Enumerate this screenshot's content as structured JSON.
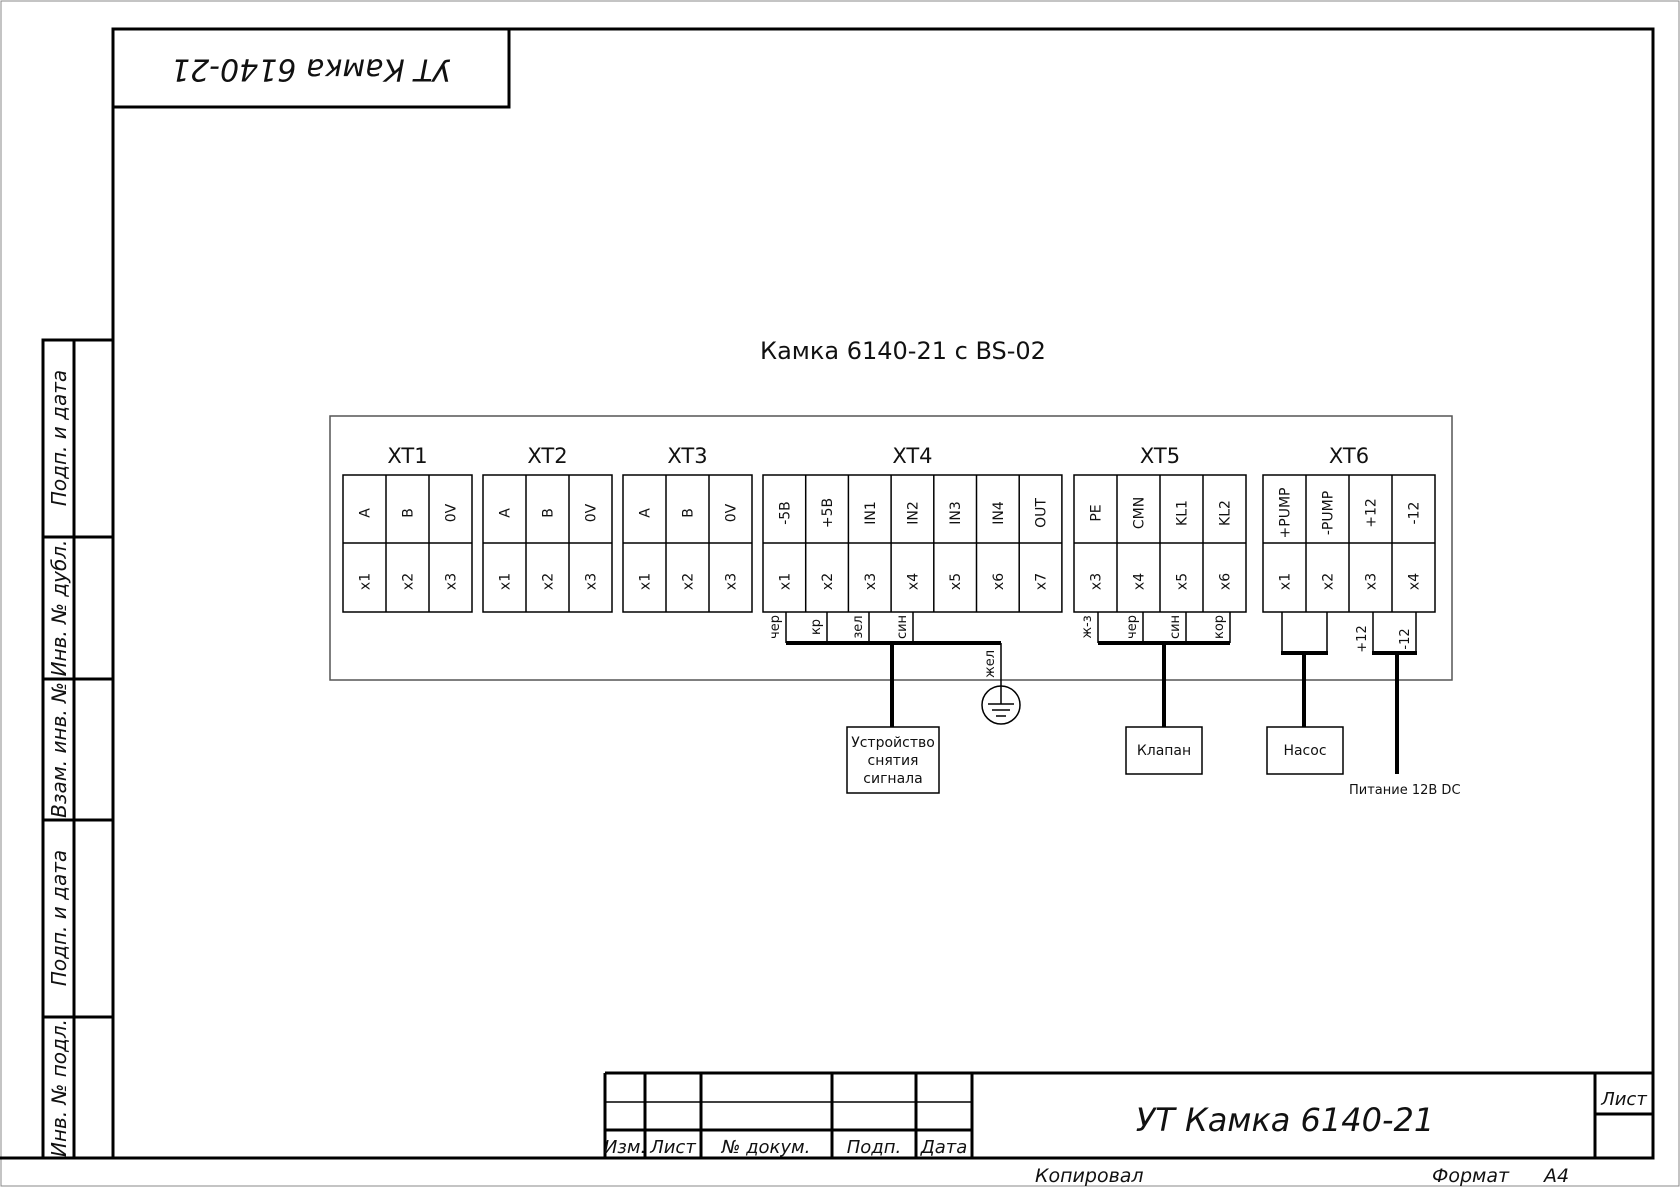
{
  "sheet": {
    "top_stamp": "УТ Камка 6140-21",
    "diagram_title": "Камка 6140-21 с BS-02",
    "side_labels": [
      "Подп. и дата",
      "Инв. № дубл.",
      "Взам. инв. №",
      "Подп. и дата",
      "Инв. № подл."
    ],
    "title_block": {
      "headers": [
        "Изм.",
        "Лист",
        "№ докум.",
        "Подп.",
        "Дата"
      ],
      "designation": "УТ Камка 6140-21",
      "sheet_label": "Лист",
      "copied_label": "Копировал",
      "format_label": "Формат",
      "format_value": "А4"
    }
  },
  "terminal_blocks": [
    {
      "name": "XT1",
      "pins": [
        {
          "label": "A",
          "num": "x1"
        },
        {
          "label": "B",
          "num": "x2"
        },
        {
          "label": "0V",
          "num": "x3"
        }
      ]
    },
    {
      "name": "XT2",
      "pins": [
        {
          "label": "A",
          "num": "x1"
        },
        {
          "label": "B",
          "num": "x2"
        },
        {
          "label": "0V",
          "num": "x3"
        }
      ]
    },
    {
      "name": "XT3",
      "pins": [
        {
          "label": "A",
          "num": "x1"
        },
        {
          "label": "B",
          "num": "x2"
        },
        {
          "label": "0V",
          "num": "x3"
        }
      ]
    },
    {
      "name": "XT4",
      "pins": [
        {
          "label": "-5В",
          "num": "x1"
        },
        {
          "label": "+5В",
          "num": "x2"
        },
        {
          "label": "IN1",
          "num": "x3"
        },
        {
          "label": "IN2",
          "num": "x4"
        },
        {
          "label": "IN3",
          "num": "x5"
        },
        {
          "label": "IN4",
          "num": "x6"
        },
        {
          "label": "OUT",
          "num": "x7"
        }
      ]
    },
    {
      "name": "XT5",
      "pins": [
        {
          "label": "PE",
          "num": "x3"
        },
        {
          "label": "CMN",
          "num": "x4"
        },
        {
          "label": "KL1",
          "num": "x5"
        },
        {
          "label": "KL2",
          "num": "x6"
        }
      ]
    },
    {
      "name": "XT6",
      "pins": [
        {
          "label": "+PUMP",
          "num": "x1"
        },
        {
          "label": "-PUMP",
          "num": "x2"
        },
        {
          "label": "+12",
          "num": "x3"
        },
        {
          "label": "-12",
          "num": "x4"
        }
      ]
    }
  ],
  "wires": {
    "xt4": [
      "чер",
      "кр",
      "зел",
      "син"
    ],
    "xt4_ground": "жел",
    "xt5": [
      "ж-з",
      "чер",
      "син",
      "кор"
    ],
    "xt6_power": [
      "+12",
      "-12"
    ]
  },
  "devices": {
    "signal_device": [
      "Устройство",
      "снятия",
      "сигнала"
    ],
    "valve": "Клапан",
    "pump": "Насос",
    "power": "Питание 12В DC"
  }
}
